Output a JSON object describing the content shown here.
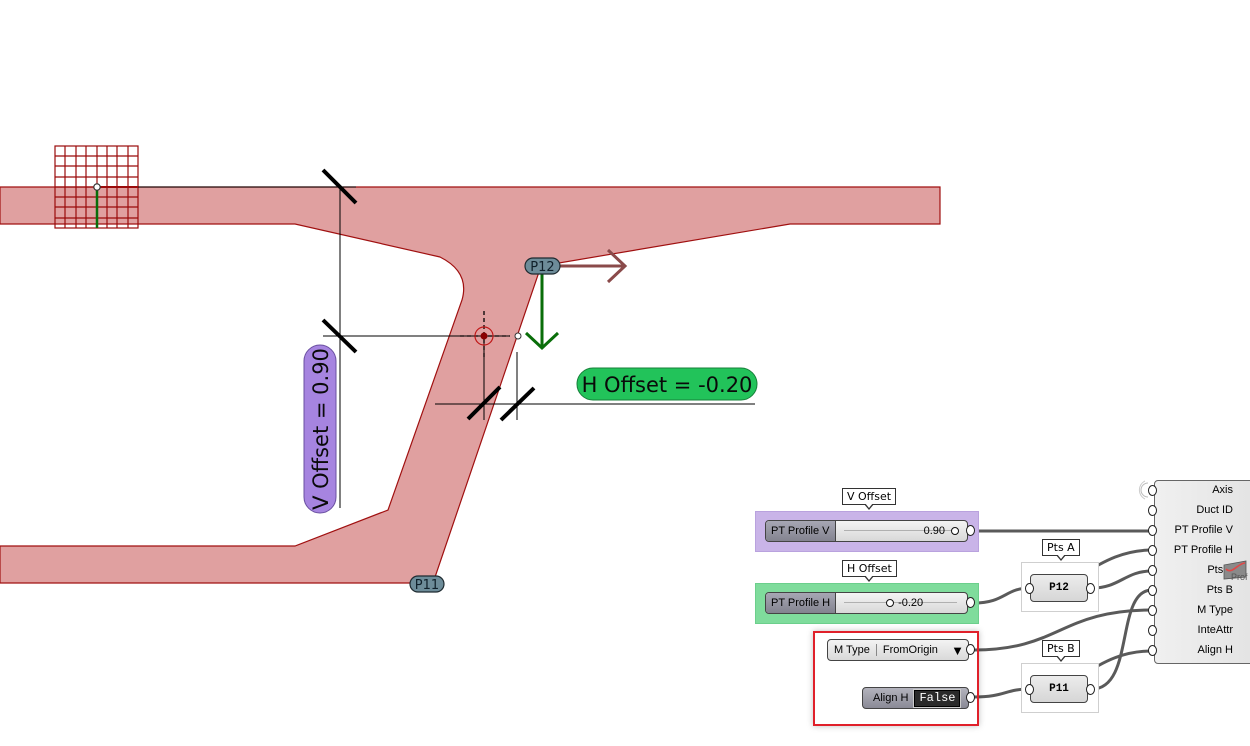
{
  "viewport": {
    "labels": {
      "v_offset": "V Offset = 0.90",
      "h_offset": "H Offset = -0.20",
      "point_p12": "P12",
      "point_p11": "P11"
    },
    "colors": {
      "duct_fill": "#e0a0a0",
      "duct_stroke": "#a01010",
      "v_label_bg": "#a684e0",
      "h_label_bg": "#22c35a",
      "point_tag_bg": "#6d8c99",
      "axis_green": "#0a6e0a",
      "axis_red": "#8a4a4a"
    }
  },
  "canvas": {
    "groups": [
      {
        "tooltip": "V Offset",
        "slider_name": "PT Profile V",
        "value": "0.90",
        "knob_position": 0.95,
        "color": "#c9b4e8"
      },
      {
        "tooltip": "H Offset",
        "slider_name": "PT Profile H",
        "value": "-0.20",
        "knob_position": 0.4,
        "color": "#7fdc9c"
      }
    ],
    "value_list": {
      "name": "M Type",
      "selected": "FromOrigin"
    },
    "toggle": {
      "name": "Align H",
      "value": "False"
    },
    "point_params": [
      {
        "tooltip": "Pts A",
        "label": "P12"
      },
      {
        "tooltip": "Pts B",
        "label": "P11"
      }
    ],
    "main_component": {
      "icon_label": "Prof",
      "inputs": [
        "Axis",
        "Duct ID",
        "PT Profile V",
        "PT Profile H",
        "Pts A",
        "Pts B",
        "M Type",
        "InteAttr",
        "Align H"
      ]
    },
    "selection_color": "#e0202a"
  }
}
